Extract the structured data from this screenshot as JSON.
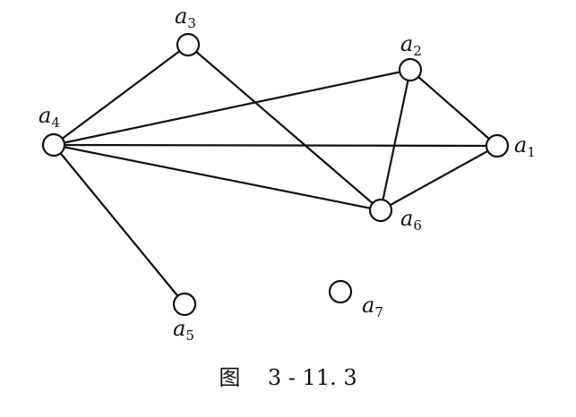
{
  "nodes": [
    {
      "id": "a1",
      "letter": "a",
      "sub": "1"
    },
    {
      "id": "a2",
      "letter": "a",
      "sub": "2"
    },
    {
      "id": "a3",
      "letter": "a",
      "sub": "3"
    },
    {
      "id": "a4",
      "letter": "a",
      "sub": "4"
    },
    {
      "id": "a5",
      "letter": "a",
      "sub": "5"
    },
    {
      "id": "a6",
      "letter": "a",
      "sub": "6"
    },
    {
      "id": "a7",
      "letter": "a",
      "sub": "7"
    }
  ],
  "edges": [
    [
      "a4",
      "a3"
    ],
    [
      "a3",
      "a6"
    ],
    [
      "a4",
      "a2"
    ],
    [
      "a4",
      "a1"
    ],
    [
      "a4",
      "a6"
    ],
    [
      "a4",
      "a5"
    ],
    [
      "a2",
      "a1"
    ],
    [
      "a2",
      "a6"
    ],
    [
      "a6",
      "a1"
    ]
  ],
  "caption": {
    "prefix": "图",
    "number": "3 - 11. 3"
  }
}
